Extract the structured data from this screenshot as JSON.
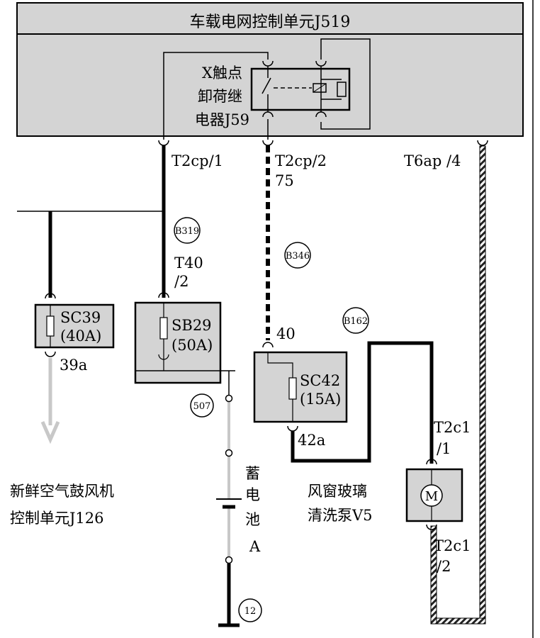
{
  "control_unit": {
    "title": "车载电网控制单元J519"
  },
  "relay": {
    "line1": "X触点",
    "line2": "卸荷继",
    "line3": "电器J59"
  },
  "connectors": {
    "t2cp1": "T2cp/1",
    "t2cp2": "T2cp/2",
    "t2cp2_wire": "75",
    "t6ap4": "T6ap /4",
    "t40": "T40",
    "t40_pin": "/2",
    "pin40": "40",
    "pin39a": "39a",
    "pin42a": "42a",
    "t2c1_top": "T2c1",
    "t2c1_top_pin": "/1",
    "t2c1_bot": "T2c1",
    "t2c1_bot_pin": "/2"
  },
  "fuses": {
    "sc39": {
      "name": "SC39",
      "rating": "(40A)"
    },
    "sb29": {
      "name": "SB29",
      "rating": "(50A)"
    },
    "sc42": {
      "name": "SC42",
      "rating": "(15A)"
    }
  },
  "badges": {
    "b319": "B319",
    "b346": "B346",
    "b162": "B162",
    "n507": "507",
    "n12": "12"
  },
  "blower": {
    "line1": "新鲜空气鼓风机",
    "line2": "控制单元J126"
  },
  "battery": {
    "c1": "蓄",
    "c2": "电",
    "c3": "池",
    "c4": "A"
  },
  "pump": {
    "line1": "风窗玻璃",
    "line2": "清洗泵V5",
    "motor": "M"
  }
}
